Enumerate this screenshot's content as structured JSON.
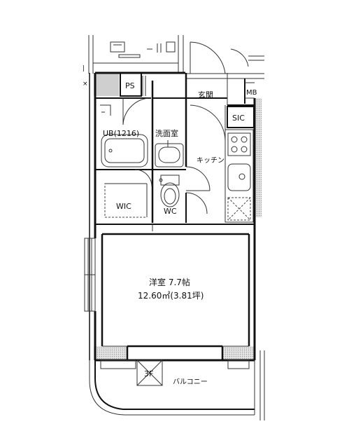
{
  "floor_plan": {
    "rooms": {
      "ps": "PS",
      "entrance": "玄関",
      "mb": "MB",
      "sic": "SIC",
      "bath": "UB(1216)",
      "washroom": "洗面室",
      "kitchen": "キッチン",
      "wic": "WIC",
      "wc": "WC",
      "western_room_name": "洋室 7.7帖",
      "western_room_area": "12.60㎡(3.81坪)",
      "outdoor_unit": "3F",
      "balcony": "バルコニー"
    }
  }
}
